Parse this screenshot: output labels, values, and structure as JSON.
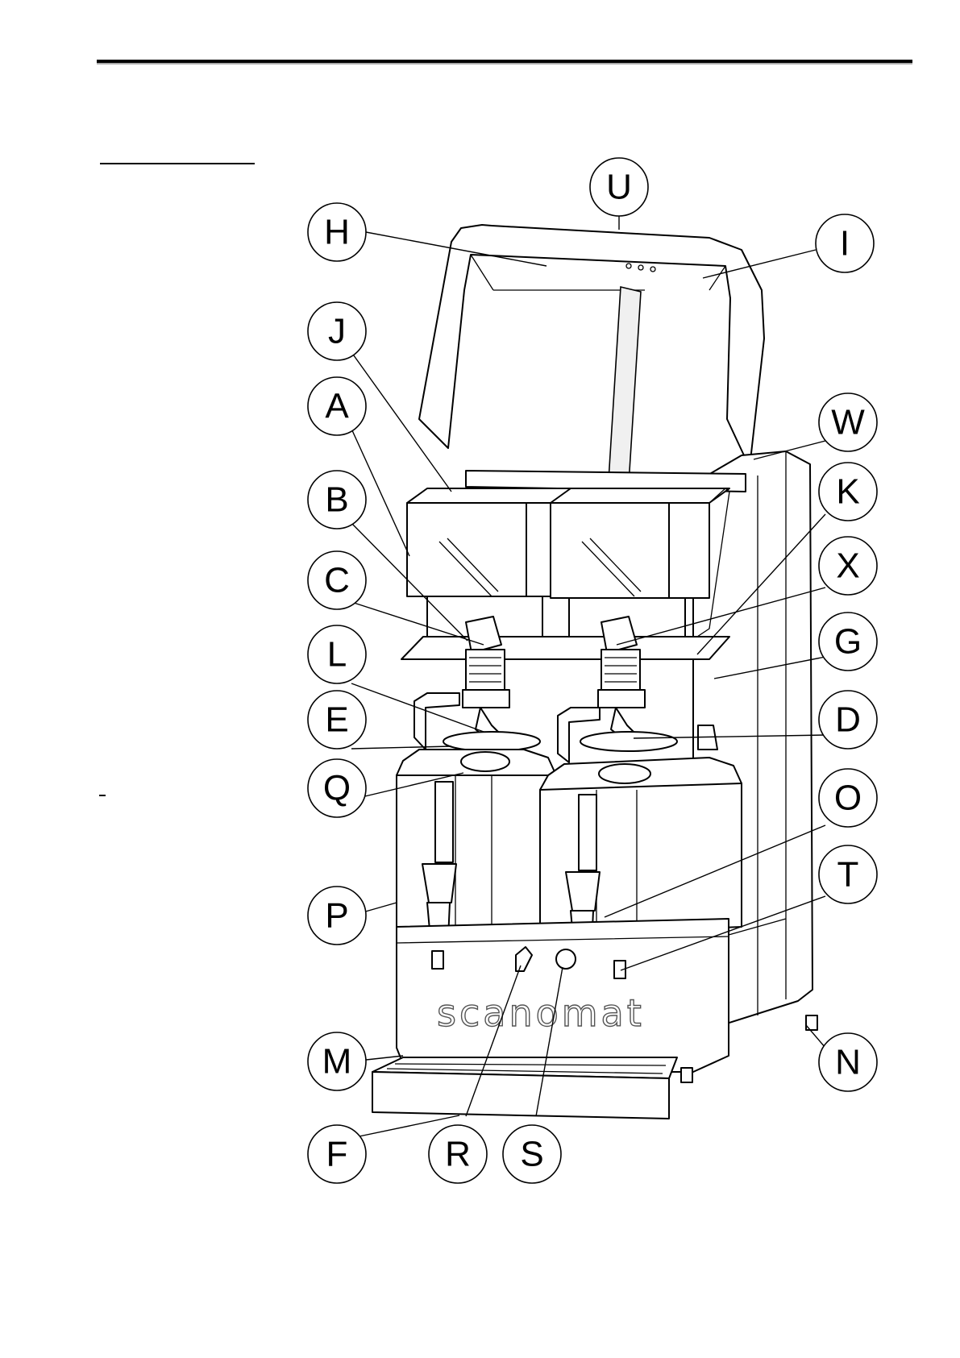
{
  "machine": {
    "brand_label": "scanomat"
  },
  "callouts": [
    {
      "id": "U",
      "label": "U"
    },
    {
      "id": "H",
      "label": "H"
    },
    {
      "id": "I",
      "label": "I"
    },
    {
      "id": "J",
      "label": "J"
    },
    {
      "id": "A",
      "label": "A"
    },
    {
      "id": "W",
      "label": "W"
    },
    {
      "id": "B",
      "label": "B"
    },
    {
      "id": "K",
      "label": "K"
    },
    {
      "id": "C",
      "label": "C"
    },
    {
      "id": "X",
      "label": "X"
    },
    {
      "id": "L",
      "label": "L"
    },
    {
      "id": "G",
      "label": "G"
    },
    {
      "id": "E",
      "label": "E"
    },
    {
      "id": "D",
      "label": "D"
    },
    {
      "id": "Q",
      "label": "Q"
    },
    {
      "id": "O",
      "label": "O"
    },
    {
      "id": "P",
      "label": "P"
    },
    {
      "id": "T",
      "label": "T"
    },
    {
      "id": "M",
      "label": "M"
    },
    {
      "id": "N",
      "label": "N"
    },
    {
      "id": "F",
      "label": "F"
    },
    {
      "id": "R",
      "label": "R"
    },
    {
      "id": "S",
      "label": "S"
    }
  ]
}
